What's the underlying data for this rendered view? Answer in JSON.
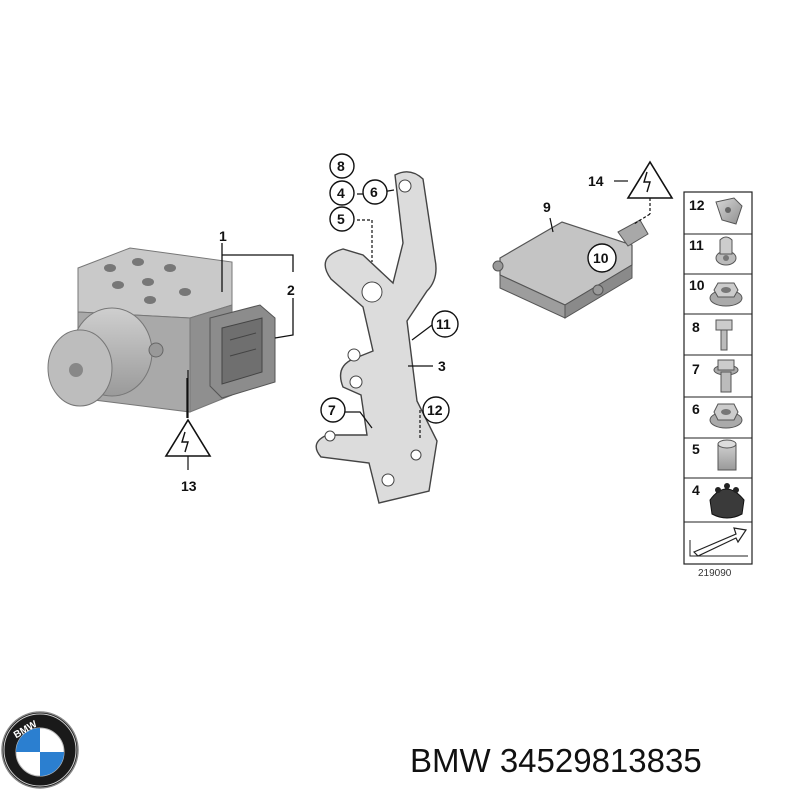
{
  "callouts": {
    "c1": "1",
    "c2": "2",
    "c3": "3",
    "c4": "4",
    "c5": "5",
    "c6": "6",
    "c7": "7",
    "c8": "8",
    "c9": "9",
    "c10": "10",
    "c11": "11",
    "c12": "12",
    "c13": "13",
    "c14": "14"
  },
  "legend": {
    "items": [
      "12",
      "11",
      "10",
      "8",
      "7",
      "6",
      "5",
      "4"
    ]
  },
  "diagram_id": "219090",
  "brand": {
    "logo_letters": "BMW",
    "caption": "BMW 34529813835"
  }
}
